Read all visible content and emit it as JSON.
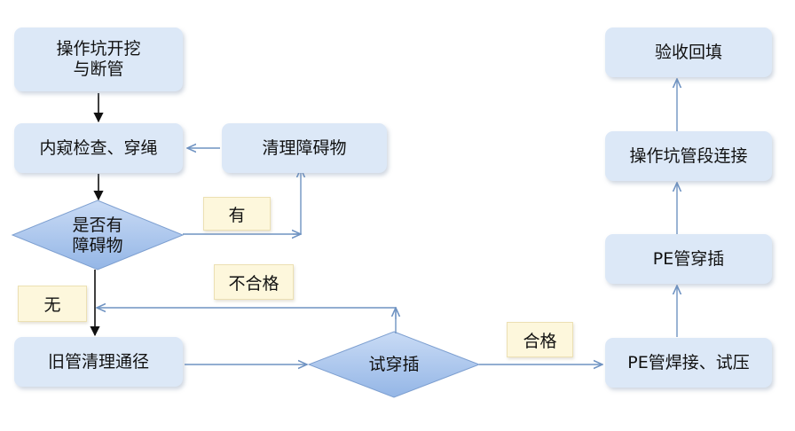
{
  "nodes": {
    "excavate": "操作坑开挖\n与断管",
    "inspect": "内窥检查、穿绳",
    "clear": "清理障碍物",
    "has_obstacle": "是否有\n障碍物",
    "clean_path": "旧管清理通径",
    "trial_insert": "试穿插",
    "weld_test": "PE管焊接、试压",
    "pe_insert": "PE管穿插",
    "pit_connect": "操作坑管段连接",
    "accept_backfill": "验收回填"
  },
  "labels": {
    "yes": "有",
    "no": "无",
    "unqualified": "不合格",
    "qualified": "合格"
  },
  "colors": {
    "box_fill": "#dce8f7",
    "diamond_fill": "#a9c6ef",
    "arrow_blue": "#6f93c2",
    "arrow_black": "#111111",
    "label_fill": "#fdf7dc"
  }
}
